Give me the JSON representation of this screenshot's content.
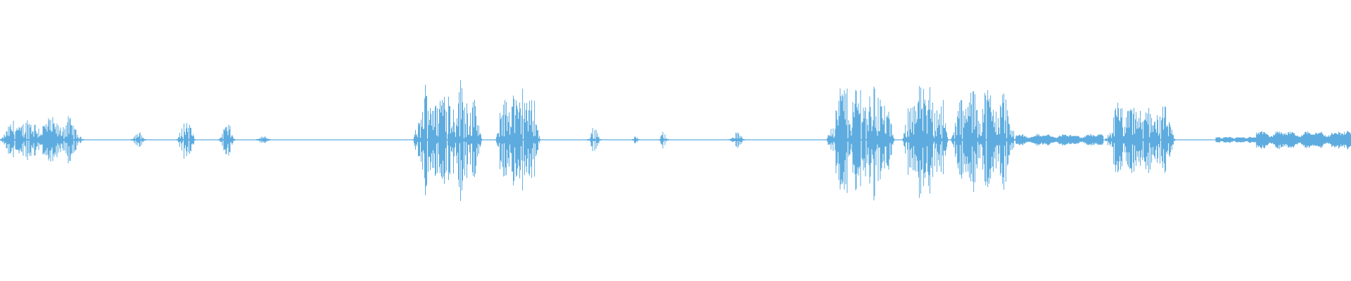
{
  "waveform": {
    "color": "#5eacdf",
    "background": "#ffffff",
    "segments": [
      {
        "start": 0.0,
        "end": 0.062,
        "amp": 0.17,
        "style": "speech"
      },
      {
        "start": 0.097,
        "end": 0.108,
        "amp": 0.06,
        "style": "blip"
      },
      {
        "start": 0.131,
        "end": 0.145,
        "amp": 0.16,
        "style": "blip"
      },
      {
        "start": 0.162,
        "end": 0.174,
        "amp": 0.13,
        "style": "blip"
      },
      {
        "start": 0.19,
        "end": 0.2,
        "amp": 0.03,
        "style": "blip"
      },
      {
        "start": 0.306,
        "end": 0.357,
        "amp": 0.45,
        "style": "speech"
      },
      {
        "start": 0.367,
        "end": 0.4,
        "amp": 0.42,
        "style": "speech"
      },
      {
        "start": 0.435,
        "end": 0.445,
        "amp": 0.1,
        "style": "blip"
      },
      {
        "start": 0.468,
        "end": 0.473,
        "amp": 0.03,
        "style": "blip"
      },
      {
        "start": 0.488,
        "end": 0.495,
        "amp": 0.08,
        "style": "blip"
      },
      {
        "start": 0.54,
        "end": 0.551,
        "amp": 0.06,
        "style": "blip"
      },
      {
        "start": 0.612,
        "end": 0.662,
        "amp": 0.45,
        "style": "speech"
      },
      {
        "start": 0.668,
        "end": 0.702,
        "amp": 0.44,
        "style": "speech"
      },
      {
        "start": 0.704,
        "end": 0.752,
        "amp": 0.4,
        "style": "speech"
      },
      {
        "start": 0.752,
        "end": 0.817,
        "amp": 0.05,
        "style": "noise"
      },
      {
        "start": 0.818,
        "end": 0.87,
        "amp": 0.29,
        "style": "speech"
      },
      {
        "start": 0.9,
        "end": 0.93,
        "amp": 0.03,
        "style": "noise"
      },
      {
        "start": 0.93,
        "end": 1.0,
        "amp": 0.08,
        "style": "noise"
      }
    ]
  }
}
